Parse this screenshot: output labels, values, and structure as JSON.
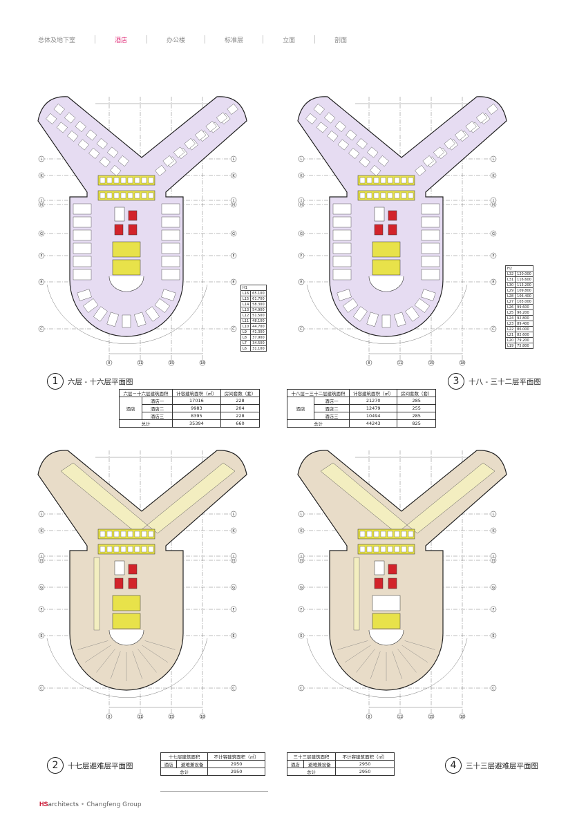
{
  "nav": {
    "items": [
      {
        "label": "总体及地下室",
        "active": false
      },
      {
        "label": "酒店",
        "active": true
      },
      {
        "label": "办公楼",
        "active": false
      },
      {
        "label": "标准层",
        "active": false
      },
      {
        "label": "立面",
        "active": false
      },
      {
        "label": "剖面",
        "active": false
      }
    ]
  },
  "colors": {
    "accent": "#e0307a",
    "guest_floor_fill": "#e6dcf2",
    "refuge_floor_fill": "#e8dcc8",
    "refuge_corridor_fill": "#f3eec0",
    "core_yellow": "#e8e24a",
    "core_red": "#d2232a"
  },
  "plans": [
    {
      "num": "1",
      "title": "六层 - 十六层平面图",
      "type": "guest",
      "table": {
        "header": [
          "六层－十六层建筑面积",
          "计容建筑面积（㎡）",
          "房间套数（套）"
        ],
        "group_label": "酒店",
        "rows": [
          {
            "name": "酒店一",
            "area": "17016",
            "rooms": "228"
          },
          {
            "name": "酒店二",
            "area": "9983",
            "rooms": "204"
          },
          {
            "name": "酒店三",
            "area": "8395",
            "rooms": "228"
          }
        ],
        "total_label": "总计",
        "total_area": "35394",
        "total_rooms": "660"
      },
      "levels": {
        "header": "H1",
        "rows": [
          [
            "L16",
            "65.100"
          ],
          [
            "L15",
            "61.700"
          ],
          [
            "L14",
            "58.300"
          ],
          [
            "L13",
            "54.900"
          ],
          [
            "L12",
            "51.500"
          ],
          [
            "L11",
            "48.100"
          ],
          [
            "L10",
            "44.700"
          ],
          [
            "L9",
            "41.300"
          ],
          [
            "L8",
            "37.900"
          ],
          [
            "L7",
            "34.500"
          ],
          [
            "L6",
            "31.100"
          ]
        ]
      }
    },
    {
      "num": "3",
      "title": "十八 - 三十二层平面图",
      "type": "guest",
      "table": {
        "header": [
          "十八层－三十二层建筑面积",
          "计容建筑面积（㎡）",
          "房间套数（套）"
        ],
        "group_label": "酒店",
        "rows": [
          {
            "name": "酒店一",
            "area": "21270",
            "rooms": "285"
          },
          {
            "name": "酒店二",
            "area": "12479",
            "rooms": "255"
          },
          {
            "name": "酒店三",
            "area": "10494",
            "rooms": "285"
          }
        ],
        "total_label": "总计",
        "total_area": "44243",
        "total_rooms": "825"
      },
      "levels": {
        "header": "H2",
        "rows": [
          [
            "L32",
            "120.000"
          ],
          [
            "L31",
            "116.600"
          ],
          [
            "L30",
            "113.200"
          ],
          [
            "L29",
            "109.800"
          ],
          [
            "L28",
            "106.400"
          ],
          [
            "L27",
            "103.000"
          ],
          [
            "L26",
            "99.600"
          ],
          [
            "L25",
            "96.200"
          ],
          [
            "L24",
            "92.800"
          ],
          [
            "L23",
            "89.400"
          ],
          [
            "L22",
            "86.000"
          ],
          [
            "L21",
            "82.600"
          ],
          [
            "L20",
            "79.200"
          ],
          [
            "L19",
            "75.800"
          ]
        ]
      }
    },
    {
      "num": "2",
      "title": "十七层避难层平面图",
      "type": "refuge",
      "table": {
        "header": [
          "十七层建筑面积",
          "不计容建筑面积（㎡）"
        ],
        "rows": [
          {
            "c1": "酒店",
            "c2": "避难兼设备",
            "c3": "2950"
          }
        ],
        "total_label": "总计",
        "total_area": "2950"
      }
    },
    {
      "num": "4",
      "title": "三十三层避难层平面图",
      "type": "refuge",
      "table": {
        "header": [
          "三十三层建筑面积",
          "不计容建筑面积（㎡）"
        ],
        "rows": [
          {
            "c1": "酒店",
            "c2": "避难兼设备",
            "c3": "2950"
          }
        ],
        "total_label": "总计",
        "total_area": "2950"
      }
    }
  ],
  "grid_labels": {
    "rows": [
      "L",
      "K",
      "J",
      "H",
      "G",
      "F",
      "E",
      "C"
    ],
    "cols": [
      "8",
      "11",
      "15",
      "18"
    ]
  },
  "footer": {
    "brand_hs": "HS",
    "brand_arch": "architects",
    "dot": "•",
    "group": "Changfeng Group"
  }
}
